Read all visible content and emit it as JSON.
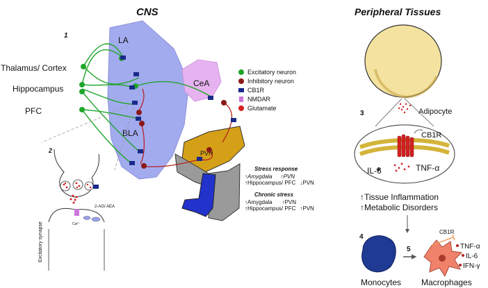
{
  "cns": {
    "title": "CNS",
    "panel1": "1",
    "panel2": "2",
    "regions": {
      "la": "LA",
      "bla": "BLA",
      "cea": "CeA",
      "pvn": "PVN"
    },
    "inputs": {
      "thalamus": "Thalamus/ Cortex",
      "hippocampus": "Hippocampus",
      "pfc": "PFC"
    },
    "legend": [
      {
        "label": "Excitatory neuron",
        "color": "#1fa52a",
        "shape": "circle"
      },
      {
        "label": "Inhibitory neuron",
        "color": "#8b1a1a",
        "shape": "circle"
      },
      {
        "label": "CB1R",
        "color": "#1a2a8a",
        "shape": "receptor"
      },
      {
        "label": "NMDAR",
        "color": "#cc77dd",
        "shape": "rect"
      },
      {
        "label": "Glutamate",
        "color": "#d42020",
        "shape": "circle"
      }
    ],
    "stress": {
      "title": "Stress response",
      "line1a": "Amygdala",
      "line1b": "PVN",
      "line2a": "Hippocampus/ PFC",
      "line2b": "PVN"
    },
    "chronic": {
      "title": "Chronic stress",
      "line1a": "Amygdala",
      "line1b": "PVN",
      "line2a": "Hippocampus/ PFC",
      "line2b": "PVN"
    },
    "synapse": {
      "label": "Excitatory synapse",
      "ag": "2-AG/ AEA",
      "ca": "Ca²⁺"
    }
  },
  "peripheral": {
    "title": "Peripheral Tissues",
    "panel3": "3",
    "panel4": "4",
    "panel5": "5",
    "adipocyte": "Adipocyte",
    "cb1r": "CB1R",
    "il6": "IL-6",
    "tnf": "TNF-α",
    "inflammation": "Tissue Inflammation",
    "metabolic": "Metabolic Disorders",
    "monocytes": "Monocytes",
    "macrophages": "Macrophages",
    "macro_cb1r": "CB1R",
    "macro_tnf": "TNF-α",
    "macro_il6": "IL-6",
    "macro_ifn": "IFN-γ"
  },
  "colors": {
    "amygdala": "#9aa3ee",
    "cea": "#e6b3f0",
    "excitatory": "#1fa52a",
    "inhibitory": "#8b1a1a",
    "cb1r": "#1a2a8a",
    "hypothalamus": "#d4a017",
    "adipocyte": "#f4e2a0",
    "monocyte": "#1f3a93",
    "macrophage": "#f0826b"
  }
}
